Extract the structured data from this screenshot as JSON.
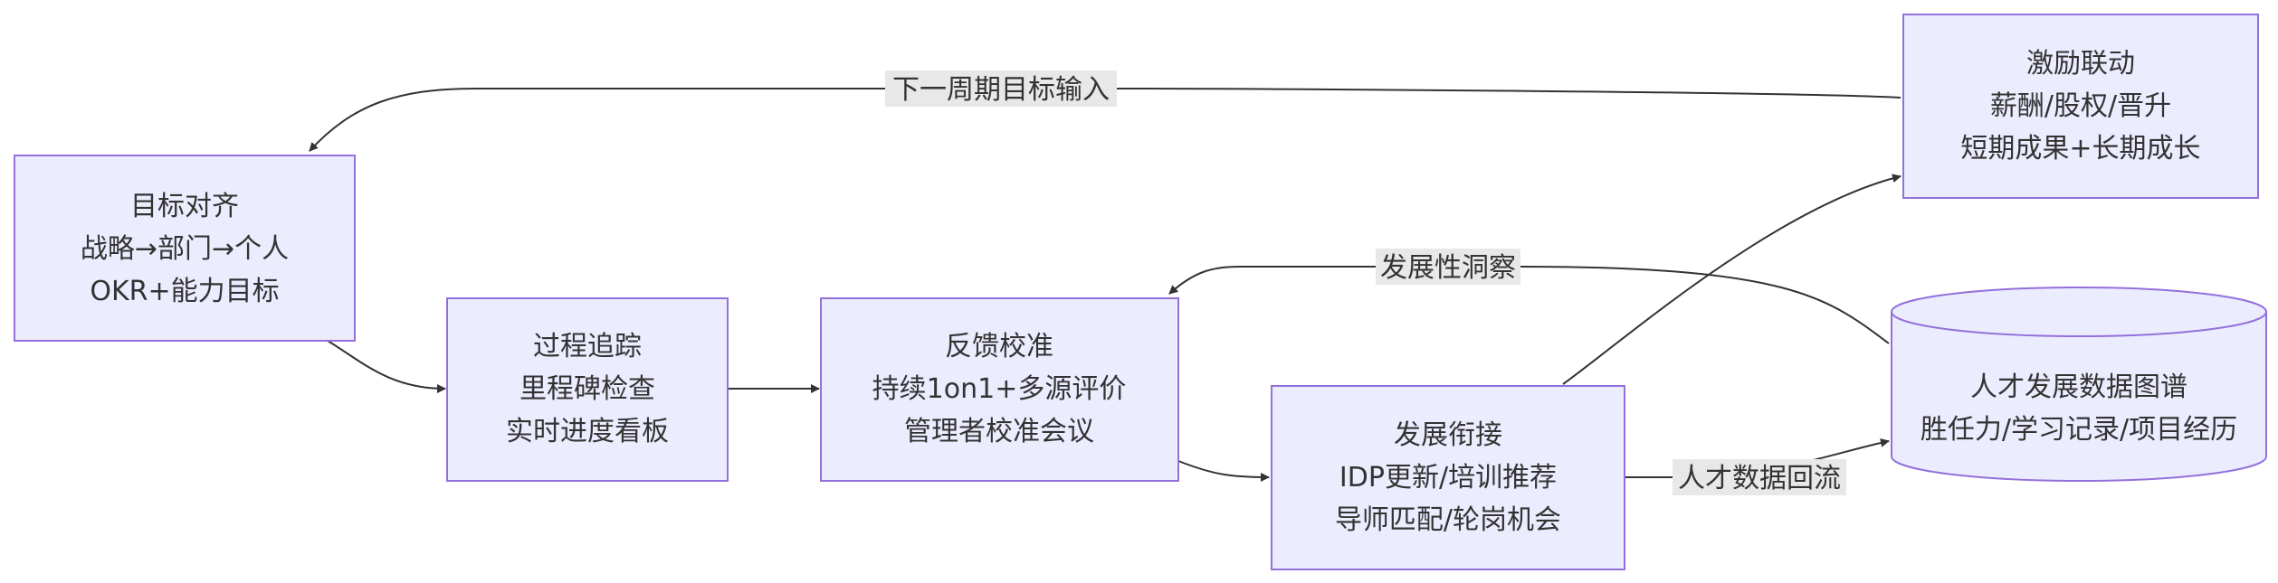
{
  "nodes": {
    "goal": {
      "lines": [
        "目标对齐",
        "战略→部门→个人",
        "OKR+能力目标"
      ]
    },
    "track": {
      "lines": [
        "过程追踪",
        "里程碑检查",
        "实时进度看板"
      ]
    },
    "feedback": {
      "lines": [
        "反馈校准",
        "持续1on1+多源评价",
        "管理者校准会议"
      ]
    },
    "develop": {
      "lines": [
        "发展衔接",
        "IDP更新/培训推荐",
        "导师匹配/轮岗机会"
      ]
    },
    "incentive": {
      "lines": [
        "激励联动",
        "薪酬/股权/晋升",
        "短期成果+长期成长"
      ]
    },
    "talent": {
      "lines": [
        "人才发展数据图谱",
        "胜任力/学习记录/项目经历"
      ]
    }
  },
  "edge_labels": {
    "next_cycle": "下一周期目标输入",
    "insight": "发展性洞察",
    "backflow": "人才数据回流"
  },
  "colors": {
    "node_fill": "#ECECFF",
    "node_stroke": "#9370DB",
    "edge": "#333333",
    "label_bg": "#E8E8E8"
  }
}
